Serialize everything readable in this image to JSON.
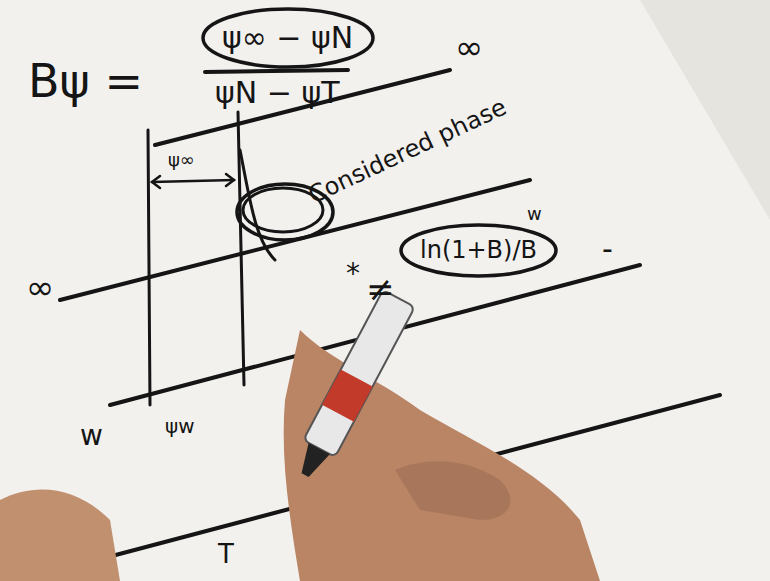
{
  "diagram": {
    "nodes": [
      {
        "text": [
          "ψ∞ − ψN"
        ]
      },
      {
        "text": [
          "ln(1+B)/B"
        ]
      }
    ],
    "labels": [
      "Bψ =",
      "ψN − ψT",
      "∞",
      "∞",
      "ψ∞",
      "Considered phase",
      "w",
      "ψw",
      "*",
      "≠",
      "w",
      "-",
      "T"
    ]
  }
}
